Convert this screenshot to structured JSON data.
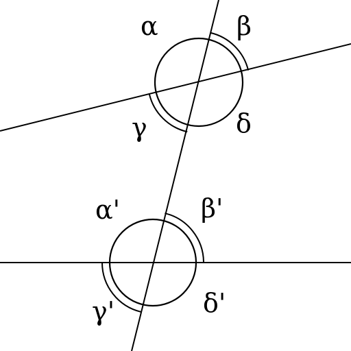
{
  "diagram": {
    "labels": {
      "alpha": "α",
      "beta": "β",
      "gamma": "γ",
      "delta": "δ",
      "alpha_prime": "α'",
      "beta_prime": "β'",
      "gamma_prime": "γ'",
      "delta_prime": "δ'"
    },
    "colors": {
      "stroke": "#000000",
      "background": "#ffffff"
    }
  }
}
